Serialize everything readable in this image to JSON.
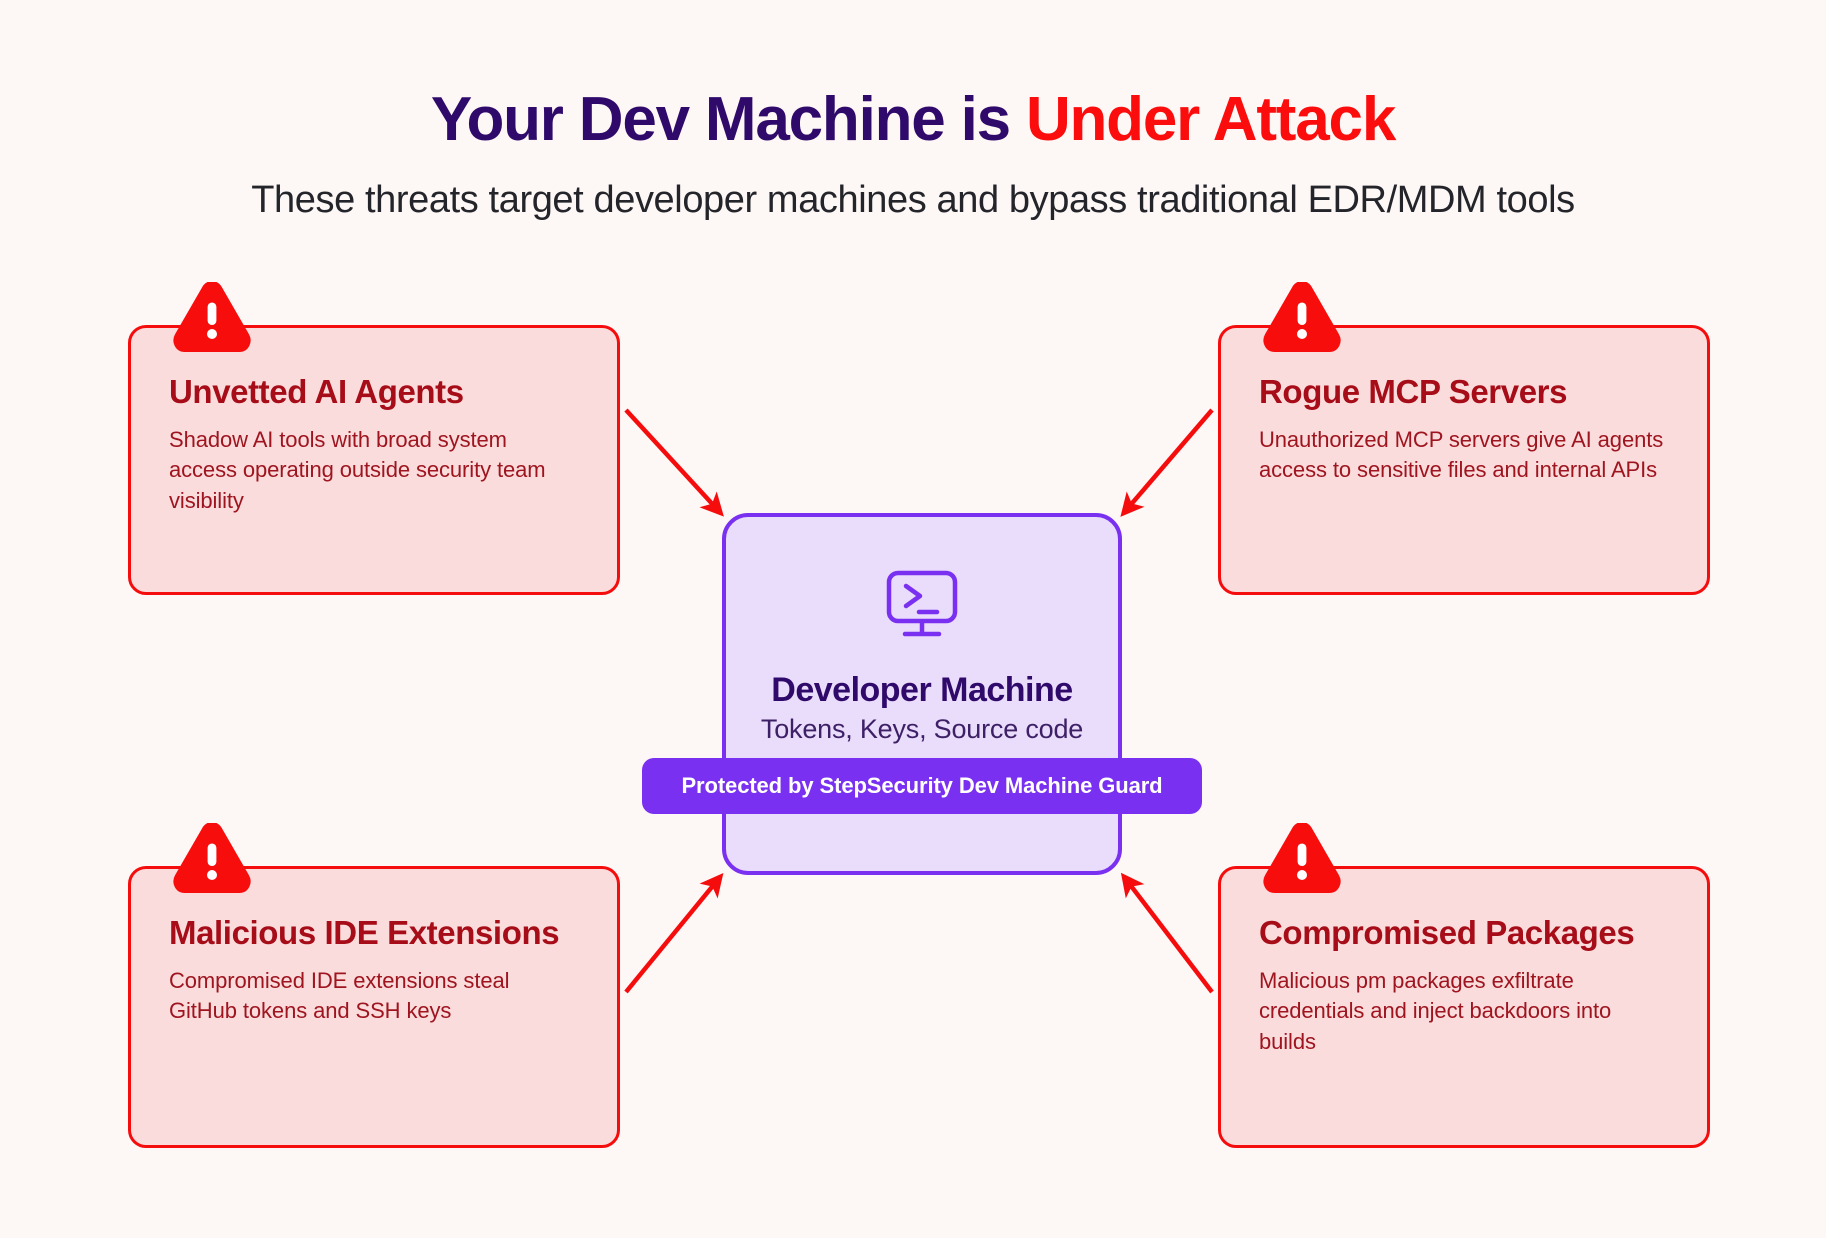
{
  "header": {
    "title_part1": "Your Dev Machine is ",
    "title_part2": "Under Attack",
    "subtitle": "These threats target developer machines and bypass traditional EDR/MDM tools"
  },
  "colors": {
    "page_background": "#fdf7f5",
    "title_dark": "#2f0a6b",
    "title_accent": "#fb0d0d",
    "card_fill": "#fbdcdc",
    "card_border": "#f50d0d",
    "card_title": "#a60d18",
    "card_text": "#9e1520",
    "center_fill": "#eadcfb",
    "center_border": "#7a30f0",
    "badge_fill": "#7a30f0",
    "badge_text": "#ffffff",
    "arrow": "#f50d0d"
  },
  "threats": [
    {
      "position": "top-left",
      "icon": "warning-triangle-icon",
      "title": "Unvetted AI Agents",
      "description": "Shadow AI tools with broad system access operating outside security team visibility"
    },
    {
      "position": "top-right",
      "icon": "warning-triangle-icon",
      "title": "Rogue MCP Servers",
      "description": "Unauthorized MCP servers give AI agents access to sensitive files and internal APIs"
    },
    {
      "position": "bottom-left",
      "icon": "warning-triangle-icon",
      "title": "Malicious IDE Extensions",
      "description": "Compromised IDE extensions steal GitHub tokens and SSH keys"
    },
    {
      "position": "bottom-right",
      "icon": "warning-triangle-icon",
      "title": "Compromised Packages",
      "description": "Malicious pm packages exfiltrate credentials and inject backdoors into builds"
    }
  ],
  "center": {
    "icon": "terminal-monitor-icon",
    "title": "Developer Machine",
    "subtitle": "Tokens, Keys, Source code"
  },
  "badge": {
    "label": "Protected by StepSecurity Dev Machine Guard"
  },
  "arrows": [
    {
      "from": "top-left-card",
      "to": "center-node",
      "direction": "down-right"
    },
    {
      "from": "top-right-card",
      "to": "center-node",
      "direction": "down-left"
    },
    {
      "from": "bottom-left-card",
      "to": "center-node",
      "direction": "up-right"
    },
    {
      "from": "bottom-right-card",
      "to": "center-node",
      "direction": "up-left"
    }
  ]
}
